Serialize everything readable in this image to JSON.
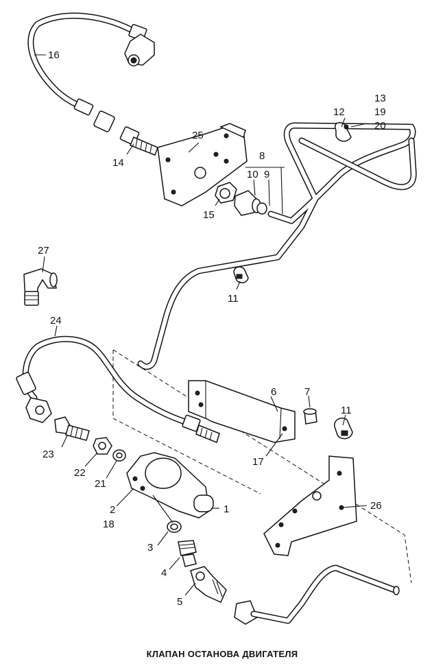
{
  "caption": "КЛАПАН ОСТАНОВА ДВИГАТЕЛЯ",
  "callouts": {
    "c1": "1",
    "c2": "2",
    "c18": "18",
    "c3": "3",
    "c4": "4",
    "c5": "5",
    "c6": "6",
    "c7": "7",
    "c8": "8",
    "c9": "9",
    "c10": "10",
    "c11a": "11",
    "c11b": "11",
    "c12": "12",
    "c13": "13",
    "c19": "19",
    "c20": "20",
    "c14": "14",
    "c15": "15",
    "c16": "16",
    "c17": "17",
    "c21": "21",
    "c22": "22",
    "c23": "23",
    "c24": "24",
    "c25": "25",
    "c26": "26",
    "c27": "27"
  }
}
